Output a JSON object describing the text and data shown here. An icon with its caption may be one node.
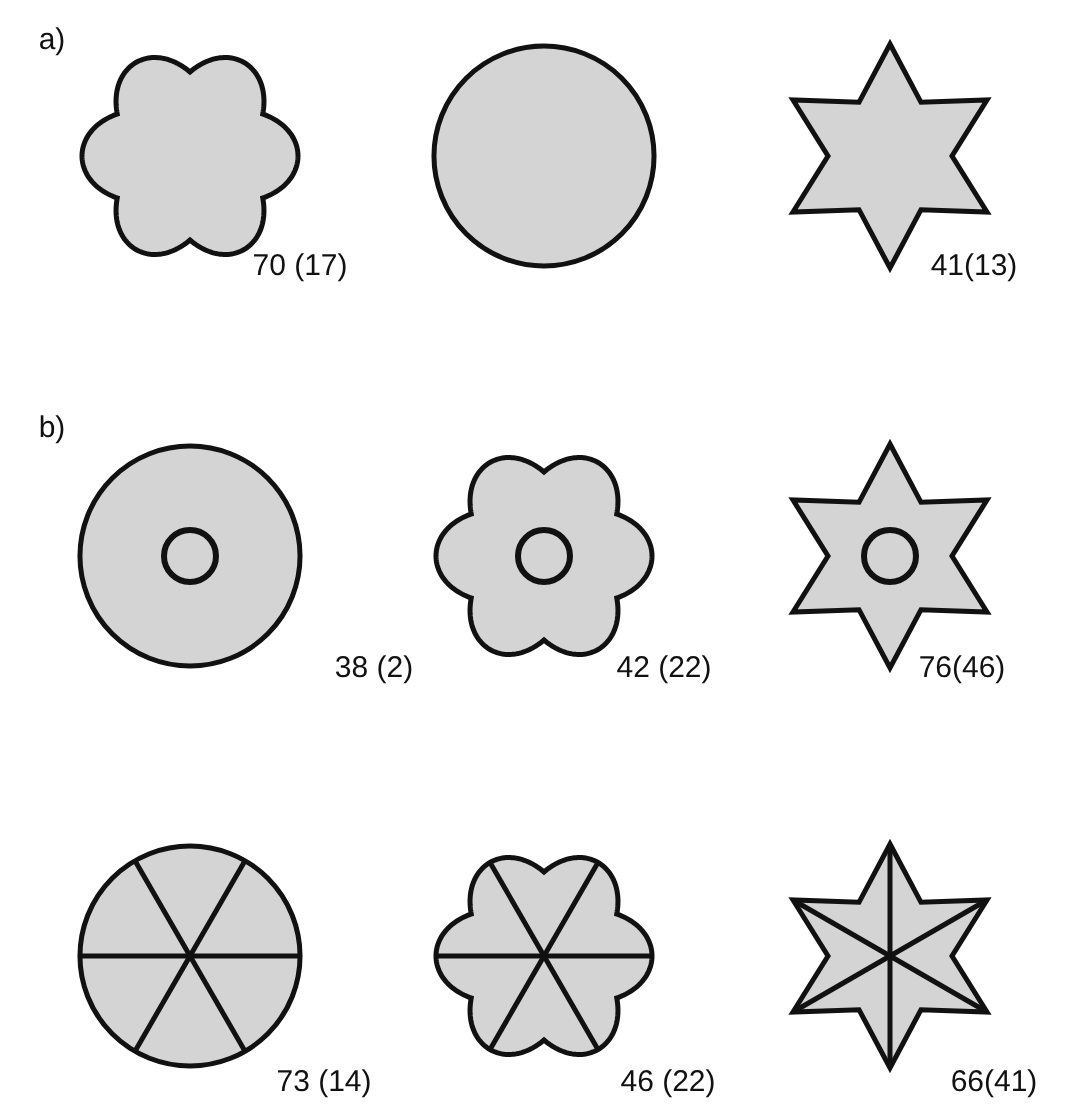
{
  "diagram": {
    "labels": [
      "a)",
      "70 (17)",
      "41(13)",
      "b)",
      "38 (2)",
      "42 (22)",
      "76(46)",
      "73 (14)",
      "46 (22)",
      "66(41)"
    ]
  }
}
